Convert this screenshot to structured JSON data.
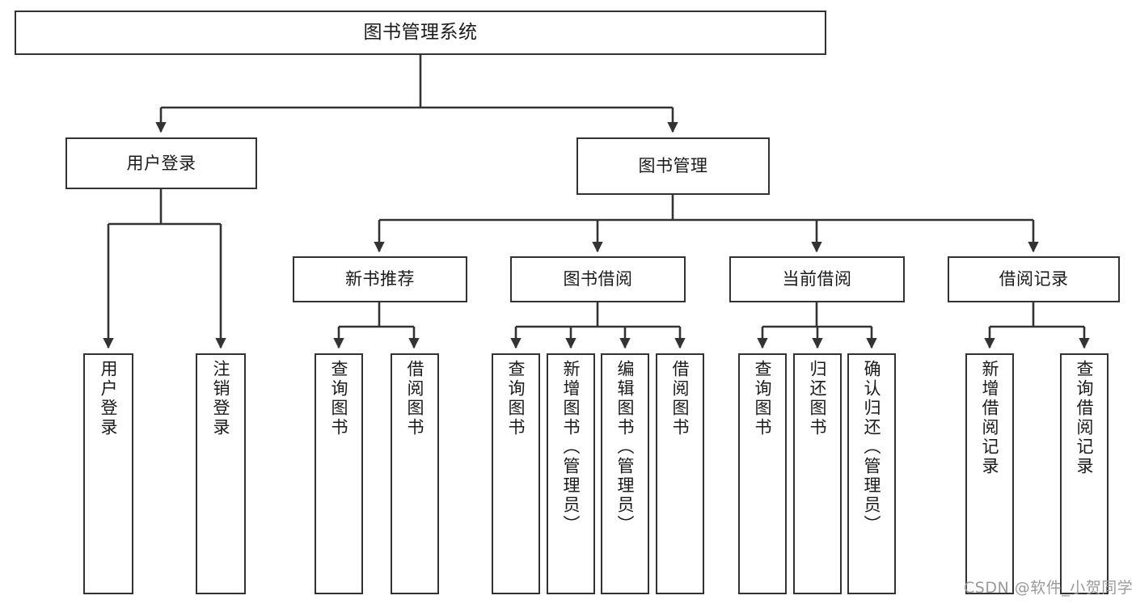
{
  "diagram": {
    "title": "图书管理系统",
    "type": "hierarchy-tree",
    "root": {
      "id": "root",
      "label": "图书管理系统"
    },
    "level1": [
      {
        "id": "user-login",
        "label": "用户登录"
      },
      {
        "id": "book-management",
        "label": "图书管理"
      }
    ],
    "level2": [
      {
        "id": "new-book-recommend",
        "label": "新书推荐",
        "parent": "book-management"
      },
      {
        "id": "book-borrow",
        "label": "图书借阅",
        "parent": "book-management"
      },
      {
        "id": "current-borrow",
        "label": "当前借阅",
        "parent": "book-management"
      },
      {
        "id": "borrow-record",
        "label": "借阅记录",
        "parent": "book-management"
      }
    ],
    "leaves": {
      "user_login": [
        {
          "id": "leaf-user-login",
          "label": "用户登录"
        },
        {
          "id": "leaf-logout",
          "label": "注销登录"
        }
      ],
      "new_book_recommend": [
        {
          "id": "leaf-query-book-1",
          "label": "查询图书"
        },
        {
          "id": "leaf-borrow-book-1",
          "label": "借阅图书"
        }
      ],
      "book_borrow": [
        {
          "id": "leaf-query-book-2",
          "label": "查询图书"
        },
        {
          "id": "leaf-add-book",
          "label": "新增图书（管理员）"
        },
        {
          "id": "leaf-edit-book",
          "label": "编辑图书（管理员）"
        },
        {
          "id": "leaf-borrow-book-2",
          "label": "借阅图书"
        }
      ],
      "current_borrow": [
        {
          "id": "leaf-query-book-3",
          "label": "查询图书"
        },
        {
          "id": "leaf-return-book",
          "label": "归还图书"
        },
        {
          "id": "leaf-confirm-return",
          "label": "确认归还（管理员）"
        }
      ],
      "borrow_record": [
        {
          "id": "leaf-add-record",
          "label": "新增借阅记录"
        },
        {
          "id": "leaf-query-record",
          "label": "查询借阅记录"
        }
      ]
    }
  },
  "watermark": {
    "text": "CSDN @软件_小贺同学"
  },
  "colors": {
    "background": "#ffffff",
    "box_border": "#333333",
    "box_fill": "#ffffff",
    "connector": "#333333",
    "text": "#1a1a1a",
    "watermark": "#9a9a9a"
  }
}
